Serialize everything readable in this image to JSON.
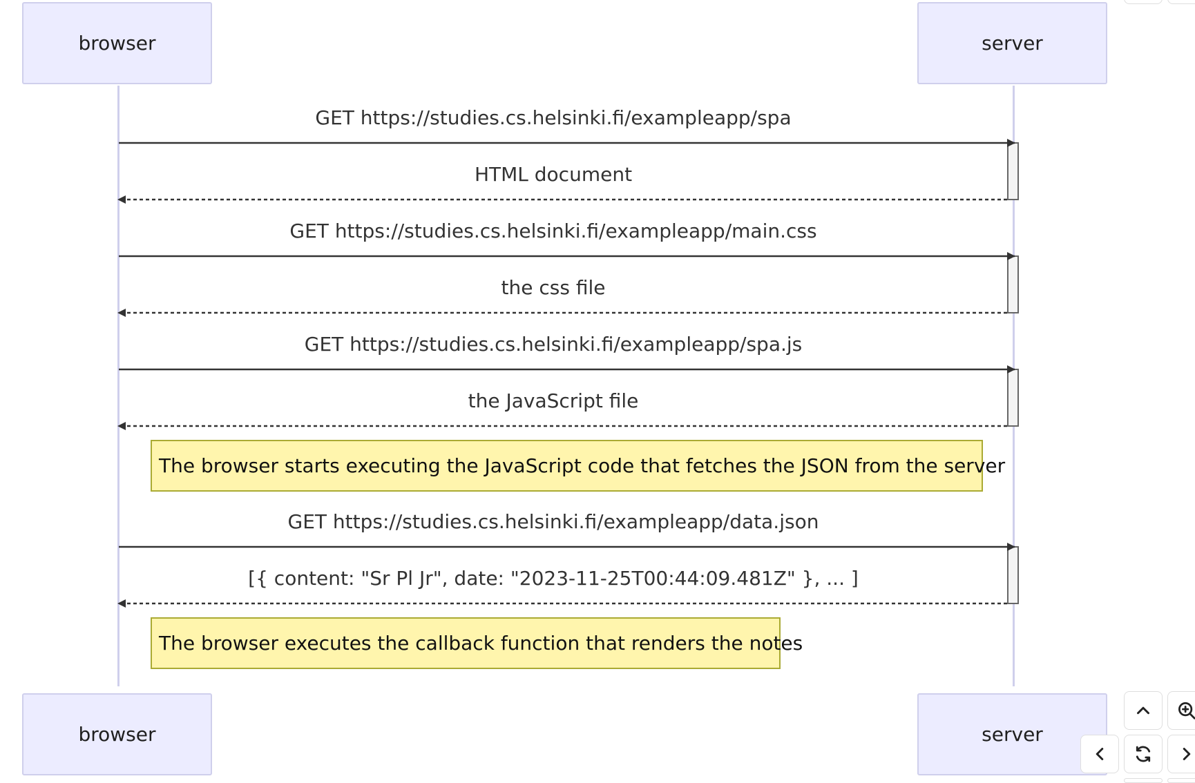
{
  "participants": {
    "left": "browser",
    "right": "server"
  },
  "messages": [
    {
      "label": "GET https://studies.cs.helsinki.fi/exampleapp/spa",
      "direction": "request"
    },
    {
      "label": "HTML document",
      "direction": "response"
    },
    {
      "label": "GET https://studies.cs.helsinki.fi/exampleapp/main.css",
      "direction": "request"
    },
    {
      "label": "the css file",
      "direction": "response"
    },
    {
      "label": "GET https://studies.cs.helsinki.fi/exampleapp/spa.js",
      "direction": "request"
    },
    {
      "label": "the JavaScript file",
      "direction": "response"
    },
    {
      "label": "GET https://studies.cs.helsinki.fi/exampleapp/data.json",
      "direction": "request"
    },
    {
      "label": "[{ content: \"Sr Pl Jr\", date: \"2023-11-25T00:44:09.481Z\" }, ... ]",
      "direction": "response"
    }
  ],
  "notes": [
    "The browser starts executing the JavaScript code that fetches the JSON from the server",
    "The browser executes the callback function that renders the notes"
  ],
  "controls": {
    "icons": [
      "chevron-up-icon",
      "zoom-in-icon",
      "chevron-left-icon",
      "reset-icon",
      "chevron-right-icon",
      "chevron-down-icon",
      "zoom-out-icon"
    ]
  },
  "colors": {
    "actor_fill": "#ececff",
    "actor_border": "#cfcfec",
    "note_fill": "#fff5ad",
    "note_border": "#aaaa33",
    "arrow": "#333333"
  }
}
